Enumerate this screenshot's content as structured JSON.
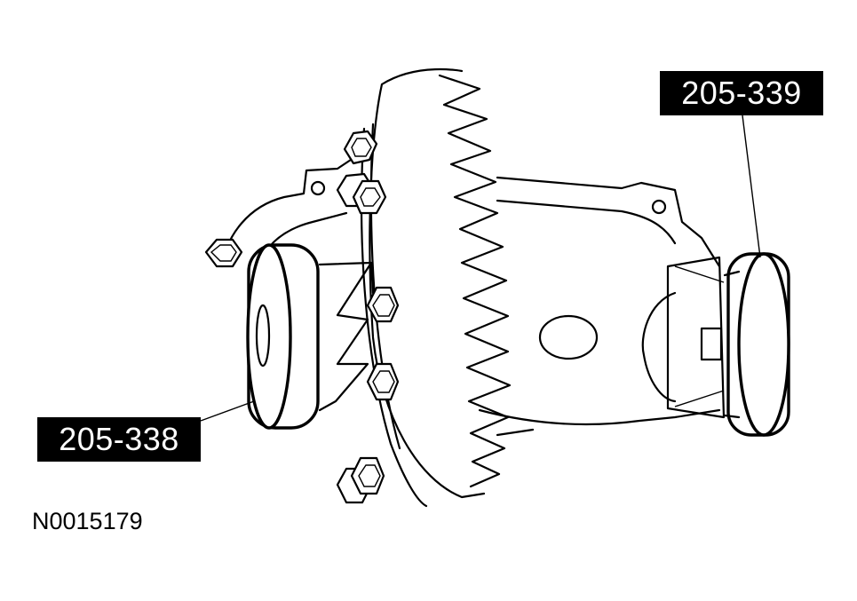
{
  "callouts": {
    "left_tool": "205-338",
    "right_tool": "205-339"
  },
  "figure_id": "N0015179",
  "colors": {
    "background": "#ffffff",
    "ink": "#000000",
    "callout_text": "#ffffff"
  }
}
